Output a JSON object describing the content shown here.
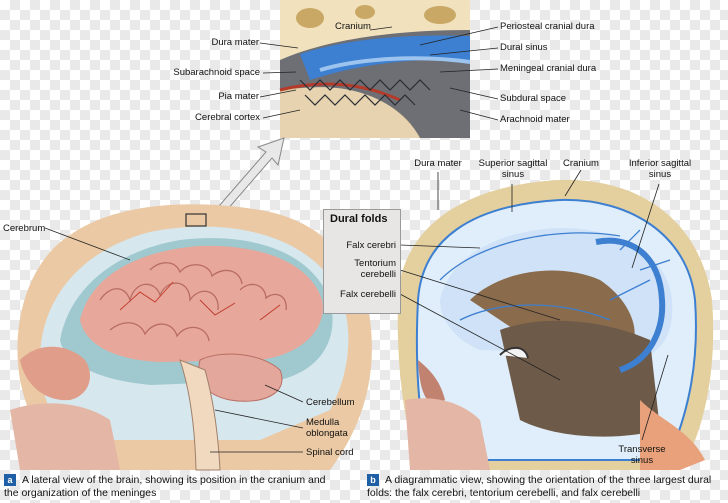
{
  "inset": {
    "left_labels": [
      "Dura mater",
      "Subarachnoid space",
      "Pia mater",
      "Cerebral cortex"
    ],
    "cranium": "Cranium",
    "right_labels": [
      "Periosteal cranial dura",
      "Dural sinus",
      "Meningeal cranial dura",
      "Subdural space",
      "Arachnoid mater"
    ]
  },
  "panel_a": {
    "cerebrum": "Cerebrum",
    "cerebellum": "Cerebellum",
    "medulla": "Medulla\noblongata",
    "spinal_cord": "Spinal cord",
    "badge": "a",
    "caption": "A lateral view of the brain, showing its position in the cranium and the organization of the meninges"
  },
  "panel_b": {
    "dura_mater": "Dura mater",
    "superior_sagittal_sinus": "Superior sagittal\nsinus",
    "cranium": "Cranium",
    "inferior_sagittal_sinus": "Inferior sagittal\nsinus",
    "dural_folds_title": "Dural folds",
    "falx_cerebri": "Falx cerebri",
    "tentorium": "Tentorium\ncerebelli",
    "falx_cerebelli": "Falx cerebelli",
    "transverse_sinus": "Transverse\nsinus",
    "badge": "b",
    "caption": "A diagrammatic view, showing the orientation of the three largest dural folds: the falx cerebri, tentorium cerebelli, and falx cerebelli"
  },
  "colors": {
    "dura_blue": "#3d7fd0",
    "brain_pink": "#e7a79a",
    "bone": "#e4cf9e",
    "badge_blue": "#1f5fa5"
  }
}
